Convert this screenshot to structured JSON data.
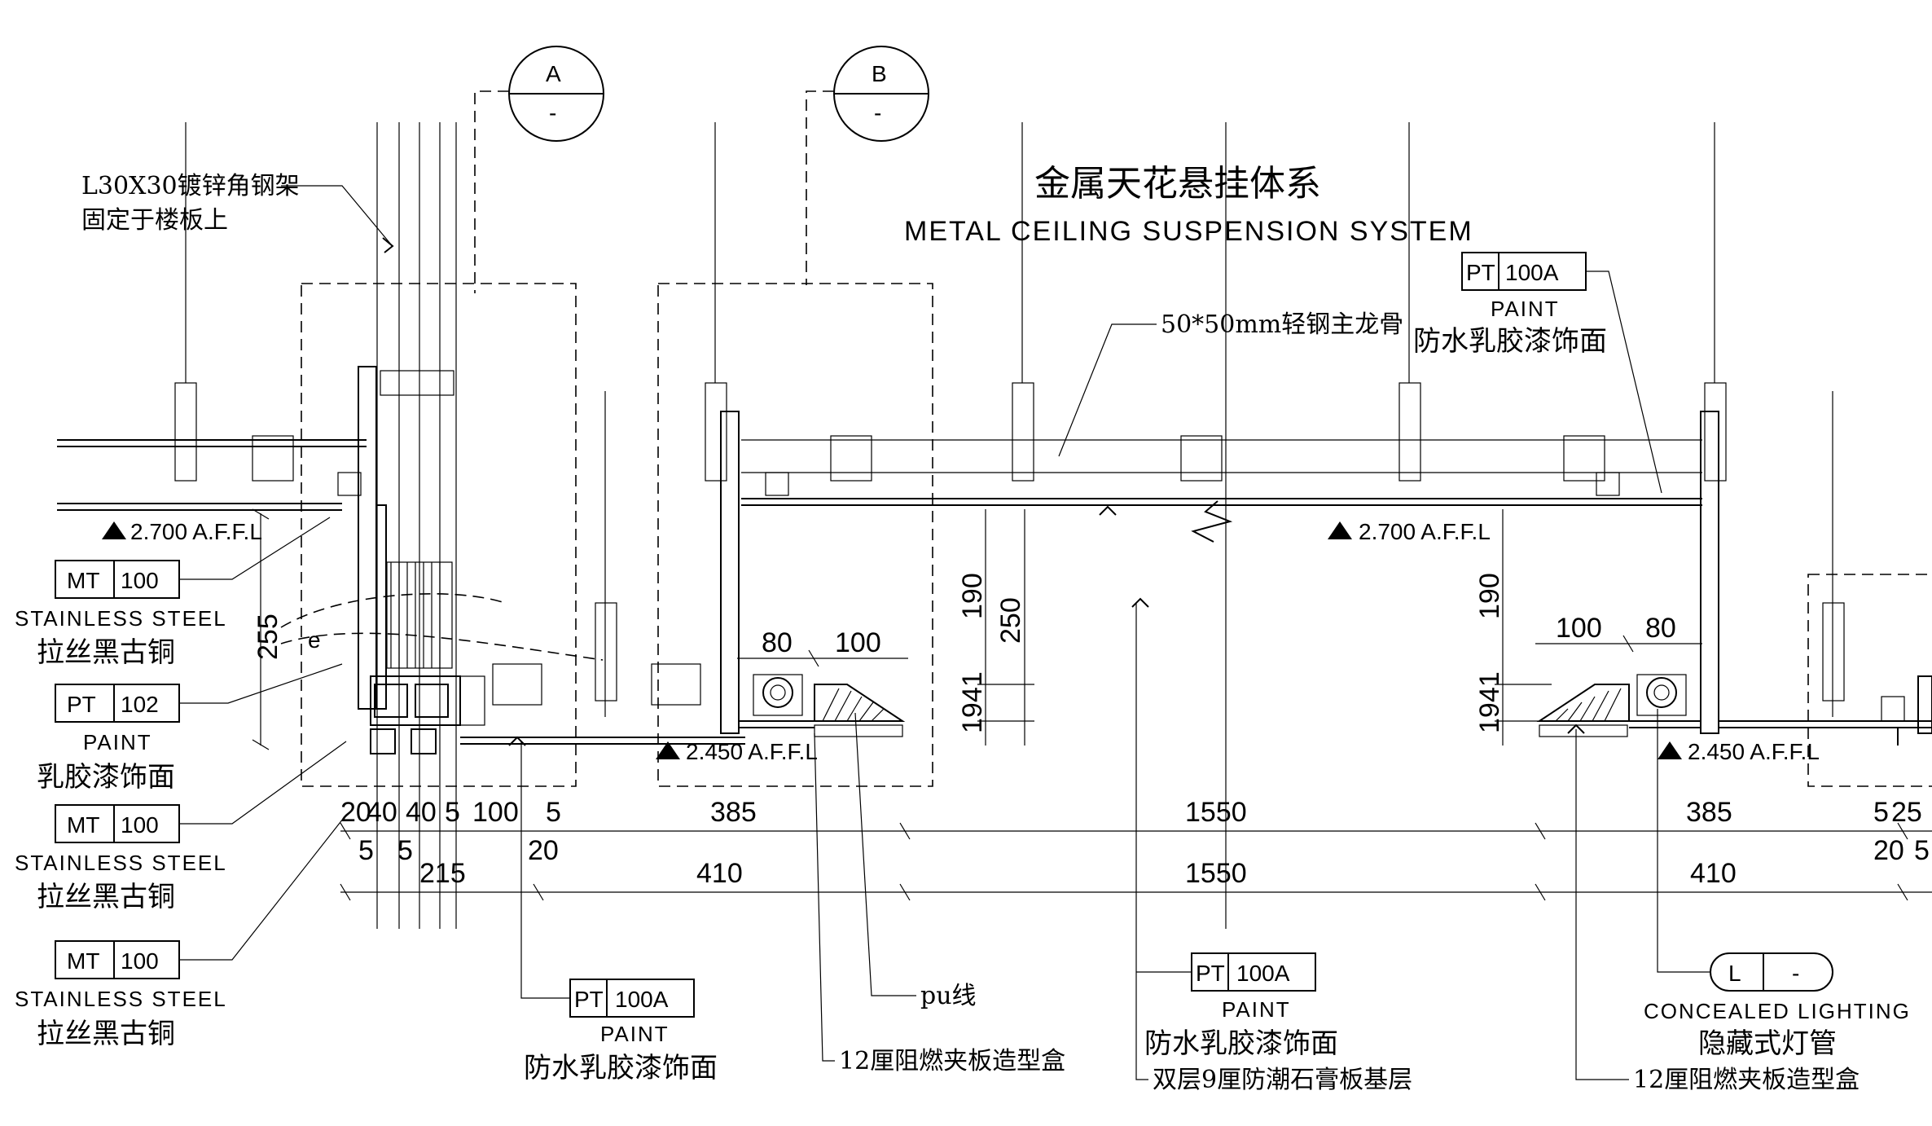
{
  "title": {
    "cn": "金属天花悬挂体系",
    "en": "METAL CEILING SUSPENSION SYSTEM"
  },
  "section_markers": [
    {
      "letter": "A",
      "sub": "-"
    },
    {
      "letter": "B",
      "sub": "-"
    }
  ],
  "notes": {
    "angle_steel_1": "L30X30镀锌角钢架",
    "angle_steel_2": "固定于楼板上",
    "main_keel": "50*50mm轻钢主龙骨",
    "pu_line": "pu线",
    "plywood_box_left": "12厘阻燃夹板造型盒",
    "gypsum_base": "双层9厘防潮石膏板基层",
    "plywood_box_right": "12厘阻燃夹板造型盒"
  },
  "levels": {
    "upper_left": "2.700 A.F.F.L",
    "upper_right": "2.700 A.F.F.L",
    "lower_left": "2.450 A.F.F.L",
    "lower_right": "2.450 A.F.F.L"
  },
  "material_tags": [
    {
      "code": "PT",
      "num": "100A",
      "en": "PAINT",
      "cn": "防水乳胶漆饰面"
    },
    {
      "code": "MT",
      "num": "100",
      "en": "STAINLESS STEEL",
      "cn": "拉丝黑古铜"
    },
    {
      "code": "PT",
      "num": "102",
      "en": "PAINT",
      "cn": "乳胶漆饰面"
    },
    {
      "code": "MT",
      "num": "100",
      "en": "STAINLESS STEEL",
      "cn": "拉丝黑古铜"
    },
    {
      "code": "MT",
      "num": "100",
      "en": "STAINLESS STEEL",
      "cn": "拉丝黑古铜"
    },
    {
      "code": "PT",
      "num": "100A",
      "en": "PAINT",
      "cn": "防水乳胶漆饰面"
    },
    {
      "code": "PT",
      "num": "100A",
      "en": "PAINT",
      "cn": "防水乳胶漆饰面"
    },
    {
      "code": "L",
      "num": "-",
      "en": "CONCEALED LIGHTING",
      "cn": "隐藏式灯管"
    }
  ],
  "dimensions": {
    "row1": [
      "20",
      "40",
      "40",
      "5",
      "100",
      "5",
      "385",
      "1550",
      "385",
      "5",
      "25"
    ],
    "row1_sub": [
      "5",
      "5",
      "20",
      "20",
      "5"
    ],
    "row2": [
      "215",
      "410",
      "1550",
      "410"
    ],
    "left_vertical": "255",
    "mid_190": "190",
    "mid_250": "250",
    "mid_19": "19",
    "mid_41": "41",
    "right_190": "190",
    "right_19": "19",
    "right_41": "41",
    "mid_80": "80",
    "mid_100": "100",
    "right_100": "100",
    "right_80": "80"
  },
  "door_mark": "e"
}
